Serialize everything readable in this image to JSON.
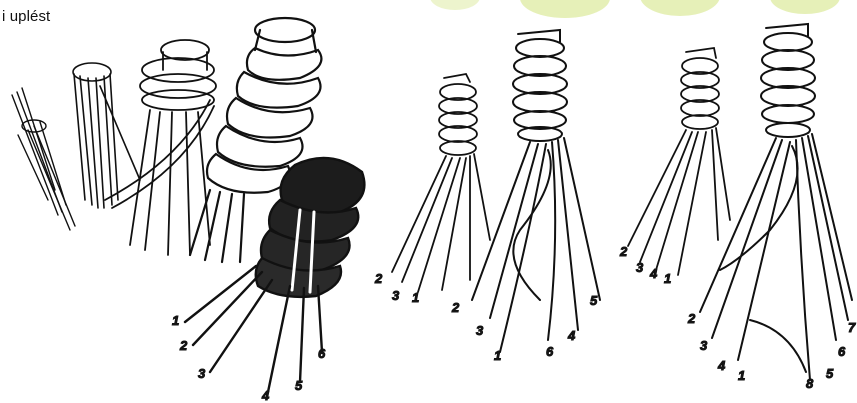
{
  "heading": "i uplést",
  "accent_color": "#e6f0b8",
  "figures": [
    {
      "label_group": "figure-4",
      "labels": [
        "1",
        "2",
        "3",
        "4",
        "5",
        "6"
      ]
    },
    {
      "label_group": "figure-5-left",
      "labels": [
        "2",
        "3",
        "1"
      ]
    },
    {
      "label_group": "figure-5-right",
      "labels": [
        "2",
        "3",
        "1",
        "6",
        "4",
        "5"
      ]
    },
    {
      "label_group": "figure-6-left",
      "labels": [
        "2",
        "3",
        "4",
        "1"
      ]
    },
    {
      "label_group": "figure-6-right",
      "labels": [
        "2",
        "3",
        "4",
        "1",
        "8",
        "5",
        "6",
        "7"
      ]
    }
  ]
}
